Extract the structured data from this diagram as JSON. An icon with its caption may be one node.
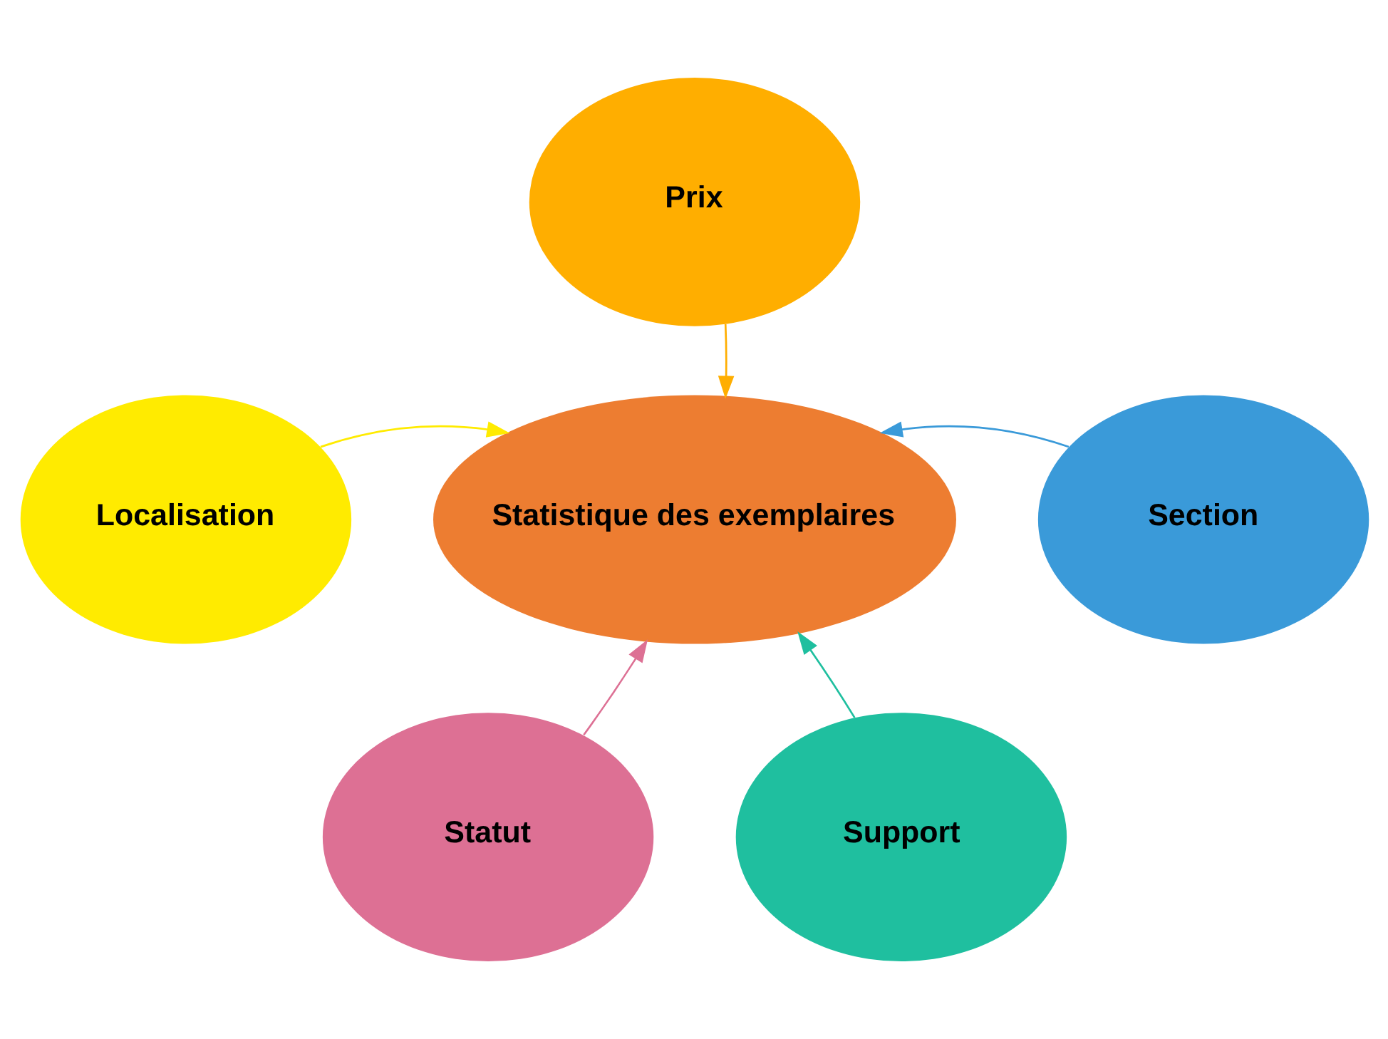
{
  "diagram": {
    "nodes": [
      {
        "text": [
          "Prix"
        ]
      },
      {
        "text": [
          "Localisation"
        ]
      },
      {
        "text": [
          "Statistique des exemplaires"
        ]
      },
      {
        "text": [
          "Section"
        ]
      },
      {
        "text": [
          "Statut"
        ]
      },
      {
        "text": [
          "Support"
        ]
      }
    ],
    "edges": [
      {
        "from": 0,
        "to": 2,
        "arrow": "to",
        "color": "#ffae00"
      },
      {
        "from": 1,
        "to": 2,
        "arrow": "to",
        "color": "#ffeb00"
      },
      {
        "from": 3,
        "to": 2,
        "arrow": "to",
        "color": "#3a9ad9"
      },
      {
        "from": 4,
        "to": 2,
        "arrow": "to",
        "color": "#dd7094"
      },
      {
        "from": 5,
        "to": 2,
        "arrow": "to",
        "color": "#1fbf9f"
      }
    ]
  }
}
